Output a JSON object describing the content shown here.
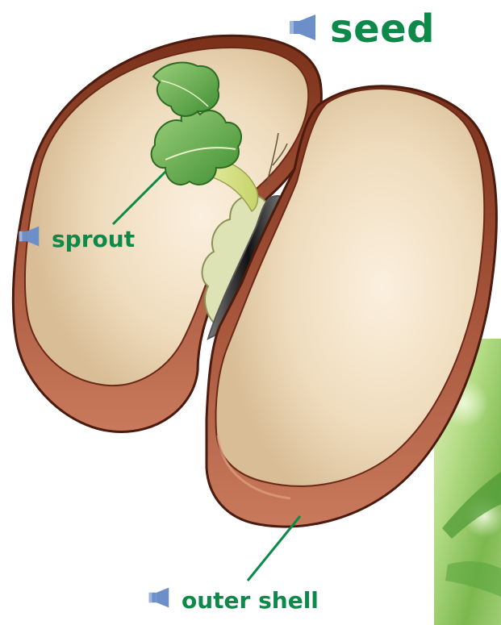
{
  "title": "seed",
  "labels": {
    "sprout": "sprout",
    "outer_shell": "outer shell"
  },
  "icons": {
    "audio": "speaker-icon"
  },
  "colors": {
    "label_green": "#0d8a49",
    "speaker_blue": "#6d8fc9",
    "seed_coat": "#9b4a30",
    "seed_inner": "#e7cfab",
    "leaf_green": "#6fb552",
    "background_green": "#8cc460"
  }
}
